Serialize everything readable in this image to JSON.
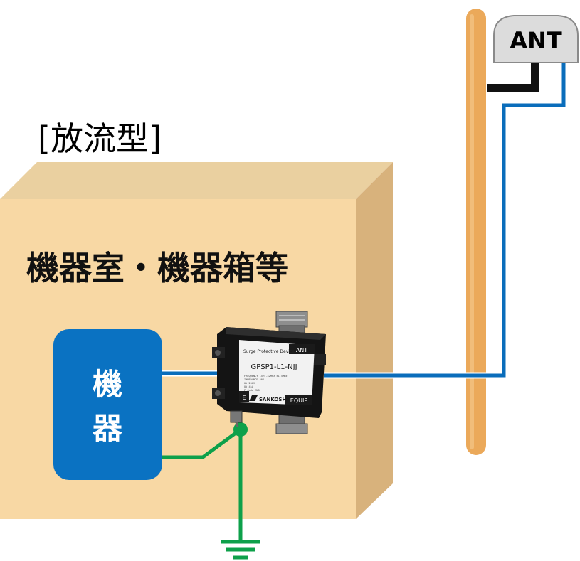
{
  "title": "[放流型]",
  "room_label": "機器室・機器箱等",
  "equipment": {
    "label_line1": "機",
    "label_line2": "器"
  },
  "antenna": {
    "label": "ANT"
  },
  "device": {
    "subtitle": "Surge Protective Device",
    "port_ant": "ANT",
    "model": "GPSP1-L1-NJJ",
    "port_equip": "EQUIP",
    "port_e": "E",
    "brand": "SANKOSHA",
    "spec_rows": [
      "FREQUENCY    1575.42MHz ±1.5MHz",
      "IMPEDANCE    50Ω",
      "Ut            200V",
      "Ut            4kA",
      "P Code       EN8"
    ]
  },
  "colors": {
    "box_front": "#f8d8a4",
    "box_top": "#ead0a0",
    "box_side": "#d8b27c",
    "pole": "#eba95a",
    "signal_cable": "#0a6dbb",
    "ground_wire": "#0ea04a",
    "equipment_fill": "#0a72c2",
    "device_body": "#1a1a1a",
    "antenna_fill": "#dcdcdc"
  },
  "icons": [
    "ground-symbol-icon",
    "sankosha-logo-icon",
    "n-connector-icon"
  ]
}
